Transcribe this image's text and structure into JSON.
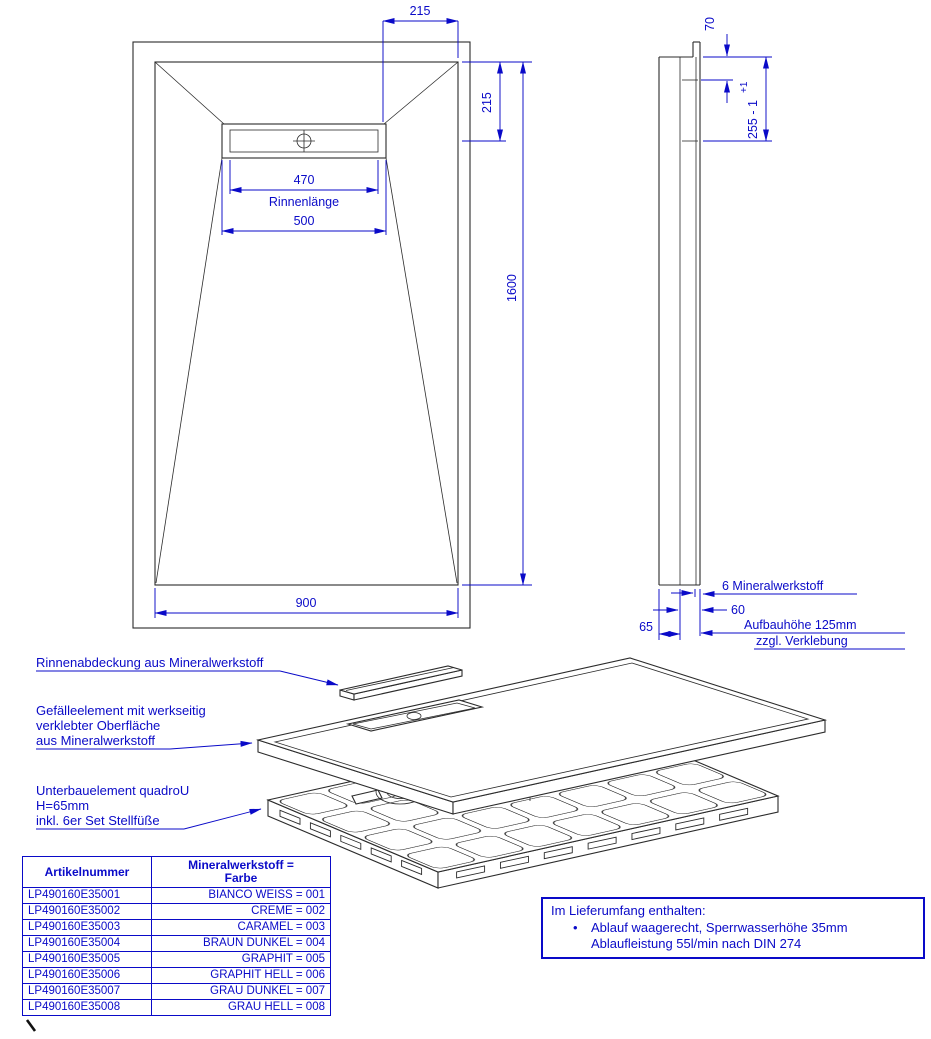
{
  "colors": {
    "accent_blue": "#0a0ac8",
    "line_black": "#2b2b2b"
  },
  "plan_view": {
    "dim_top_offset": "215",
    "dim_right_offset": "215",
    "dim_channel": "470",
    "channel_label": "Rinnenlänge",
    "dim_channel_frame": "500",
    "dim_length": "1600",
    "dim_width": "900"
  },
  "section_view": {
    "dim_top": "70",
    "tol_plus": "+1",
    "dim_height": "255 - 1",
    "surface_label": "6 Mineralwerkstoff",
    "dim_panel": "60",
    "dim_base": "65",
    "build_height_1": "Aufbauhöhe 125mm",
    "build_height_2": "zzgl. Verklebung"
  },
  "exploded_view": {
    "label_cover": "Rinnenabdeckung aus Mineralwerkstoff",
    "label_slope_1": "Gefälleelement mit werkseitig",
    "label_slope_2": "verklebter Oberfläche",
    "label_slope_3": "aus Mineralwerkstoff",
    "label_base_1": "Unterbauelement quadroU",
    "label_base_2": "H=65mm",
    "label_base_3": "inkl. 6er Set Stellfüße"
  },
  "article_table": {
    "header_col1": "Artikelnummer",
    "header_col2_line1": "Mineralwerkstoff =",
    "header_col2_line2": "Farbe",
    "rows": [
      {
        "art": "LP490160E35001",
        "color": "BIANCO WEISS = 001"
      },
      {
        "art": "LP490160E35002",
        "color": "CREME = 002"
      },
      {
        "art": "LP490160E35003",
        "color": "CARAMEL = 003"
      },
      {
        "art": "LP490160E35004",
        "color": "BRAUN DUNKEL = 004"
      },
      {
        "art": "LP490160E35005",
        "color": "GRAPHIT = 005"
      },
      {
        "art": "LP490160E35006",
        "color": "GRAPHIT HELL = 006"
      },
      {
        "art": "LP490160E35007",
        "color": "GRAU DUNKEL = 007"
      },
      {
        "art": "LP490160E35008",
        "color": "GRAU HELL = 008"
      }
    ]
  },
  "scope_box": {
    "title": "Im Lieferumfang enthalten:",
    "bullet": "•",
    "item_line1": "Ablauf waagerecht, Sperrwasserhöhe 35mm",
    "item_line2": "Ablaufleistung 55l/min nach DIN 274"
  }
}
